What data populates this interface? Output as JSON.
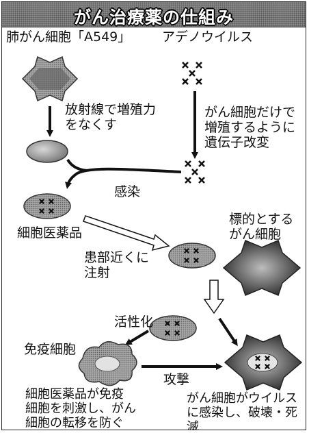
{
  "title": "がん治療薬の仕組み",
  "nodes": {
    "lung_cancer_cell": "肺がん細胞「A549」",
    "adenovirus": "アデノウイルス",
    "cell_drug": "細胞医薬品",
    "target_cancer_cell": "標的とする\nがん細胞",
    "immune_cell": "免疫細胞"
  },
  "steps": {
    "radiation": "放射線で増殖力\nをなくす",
    "gene_modification": "がん細胞だけで\n増殖するように\n遺伝子改変",
    "infection": "感染",
    "injection": "患部近くに\n注射",
    "activation": "活性化",
    "attack": "攻撃"
  },
  "outcomes": {
    "immune_effect": "細胞医薬品が免疫\n細胞を刺激し、がん\n細胞の転移を防ぐ",
    "cancer_effect": "がん細胞がウイルス\nに感染し、破壊・死滅"
  },
  "colors": {
    "dark_fill": "#4a4a4a",
    "mid_fill": "#9a9a9a",
    "light_fill": "#cfcfcf",
    "ink": "#111111"
  }
}
